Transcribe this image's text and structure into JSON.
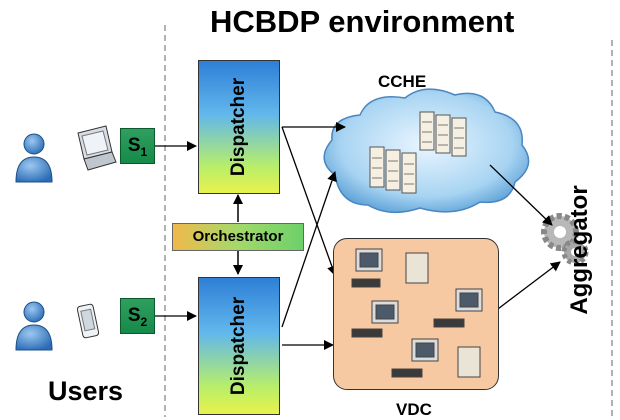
{
  "title": "HCBDP environment",
  "users_label": "Users",
  "dispatchers": [
    {
      "label": "Dispatcher"
    },
    {
      "label": "Dispatcher"
    }
  ],
  "services": [
    {
      "label": "S",
      "sub": "1"
    },
    {
      "label": "S",
      "sub": "2"
    }
  ],
  "orchestrator": "Orchestrator",
  "cche": "CCHE",
  "vdc": "VDC",
  "aggregator": "Aggregator",
  "colors": {
    "dispatcher_top": "#2e7fd6",
    "dispatcher_bottom": "#e8f24c",
    "service_box": "#1e9353",
    "vdc_bg": "#f7c9a2",
    "cloud": "#a8d4f2",
    "user": "#3f7fc4"
  }
}
